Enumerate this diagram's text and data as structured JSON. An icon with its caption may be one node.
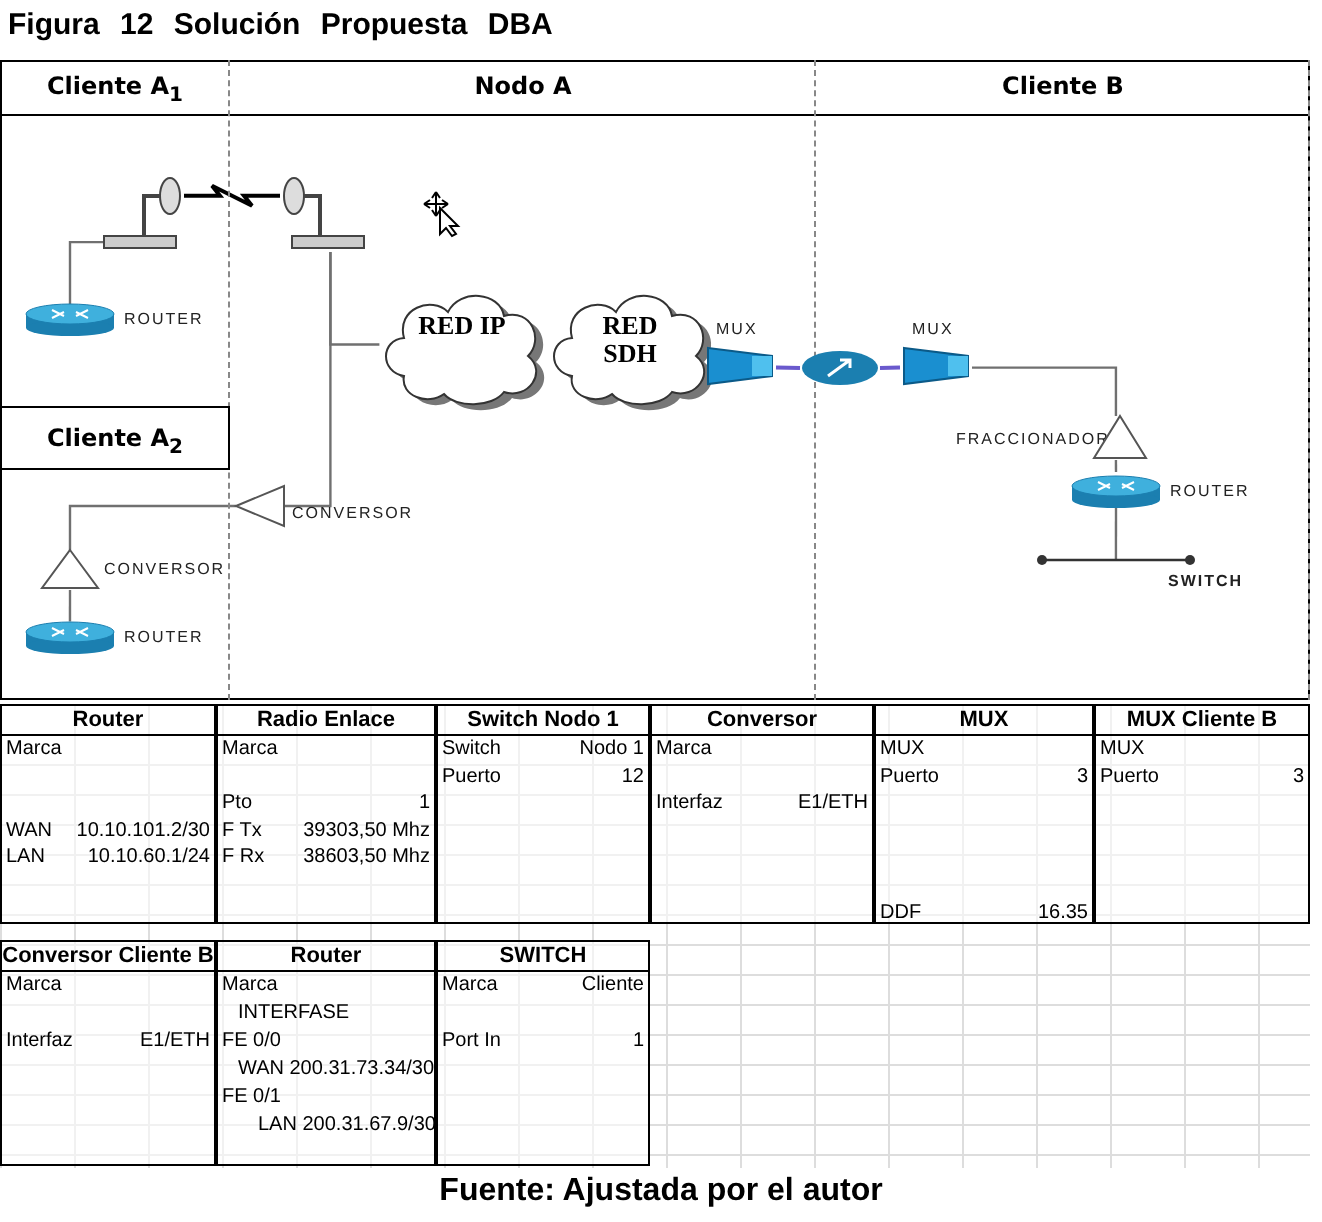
{
  "diagram": {
    "title": "Figura 12 Solución Propuesta DBA",
    "caption": "Fuente: Ajustada por el autor",
    "nodes": [
      {
        "text": [
          "Cliente A$_{1}$"
        ]
      },
      {
        "text": [
          "Nodo A"
        ]
      },
      {
        "text": [
          "Cliente B"
        ]
      },
      {
        "text": [],
        "shape": "router",
        "beside": [
          "ROUTER"
        ],
        "in": 0
      },
      {
        "text": [],
        "shape": "antenna",
        "in": 0
      },
      {
        "text": [],
        "shape": "antenna",
        "in": 1
      },
      {
        "text": [
          "RED IP"
        ],
        "in": 1
      },
      {
        "text": [
          "RED SDH"
        ],
        "in": 1
      },
      {
        "text": [],
        "shape": "mux",
        "beside": [
          "MUX"
        ],
        "in": 1
      },
      {
        "text": [],
        "shape": "circle"
      },
      {
        "text": [],
        "shape": "mux",
        "beside": [
          "MUX"
        ],
        "in": 2
      },
      {
        "text": [],
        "shape": "triangle",
        "beside": [
          "FRACCIONADOR"
        ],
        "in": 2
      },
      {
        "text": [],
        "shape": "router",
        "beside": [
          "ROUTER"
        ],
        "in": 2
      },
      {
        "text": [],
        "shape": "bar",
        "beside": [
          "SWITCH"
        ],
        "in": 2
      },
      {
        "text": [
          "Cliente A$_{2}$"
        ],
        "in": 0
      },
      {
        "text": [],
        "shape": "triangle",
        "beside": [
          "CONVERSOR"
        ],
        "in": 1
      },
      {
        "text": [],
        "shape": "triangle",
        "beside": [
          "CONVERSOR"
        ],
        "in": 0
      },
      {
        "text": [],
        "shape": "router",
        "beside": [
          "ROUTER"
        ],
        "in": 0
      }
    ],
    "edges": [
      {
        "from": 3,
        "to": 4,
        "arrow": "none"
      },
      {
        "from": 4,
        "to": 5,
        "arrow": "none",
        "color": "#000000"
      },
      {
        "from": 5,
        "to": 6,
        "arrow": "none"
      },
      {
        "from": 5,
        "to": 15,
        "arrow": "none"
      },
      {
        "from": 8,
        "to": 9,
        "arrow": "none",
        "color": "#6a5acd"
      },
      {
        "from": 9,
        "to": 10,
        "arrow": "none",
        "color": "#6a5acd"
      },
      {
        "from": 10,
        "to": 11,
        "arrow": "none"
      },
      {
        "from": 11,
        "to": 12,
        "arrow": "none"
      },
      {
        "from": 12,
        "to": 13,
        "arrow": "none"
      },
      {
        "from": 15,
        "to": 16,
        "arrow": "none"
      },
      {
        "from": 16,
        "to": 17,
        "arrow": "none"
      }
    ],
    "labels": [
      "Router",
      "Radio Enlace",
      "Switch Nodo 1",
      "Conversor",
      "MUX",
      "MUX Cliente B",
      "Marca",
      "Marca",
      "Switch",
      "Nodo 1",
      "Marca",
      "MUX",
      "MUX",
      "Puerto",
      "12",
      "Puerto",
      "3",
      "Puerto",
      "3",
      "Pto",
      "1",
      "Interfaz",
      "E1/ETH",
      "WAN",
      "10.10.101.2/30",
      "F Tx",
      "39303,50 Mhz",
      "LAN",
      "10.10.60.1/24",
      "F Rx",
      "38603,50 Mhz",
      "DDF",
      "16.35",
      "Conversor Cliente B",
      "Router",
      "SWITCH",
      "Marca",
      "Marca",
      "Marca",
      "Cliente",
      "INTERFASE",
      "Interfaz",
      "E1/ETH",
      "FE 0/0",
      "Port In",
      "1",
      "WAN 200.31.73.34/30",
      "FE 0/1",
      "LAN 200.31.67.9/30"
    ]
  }
}
